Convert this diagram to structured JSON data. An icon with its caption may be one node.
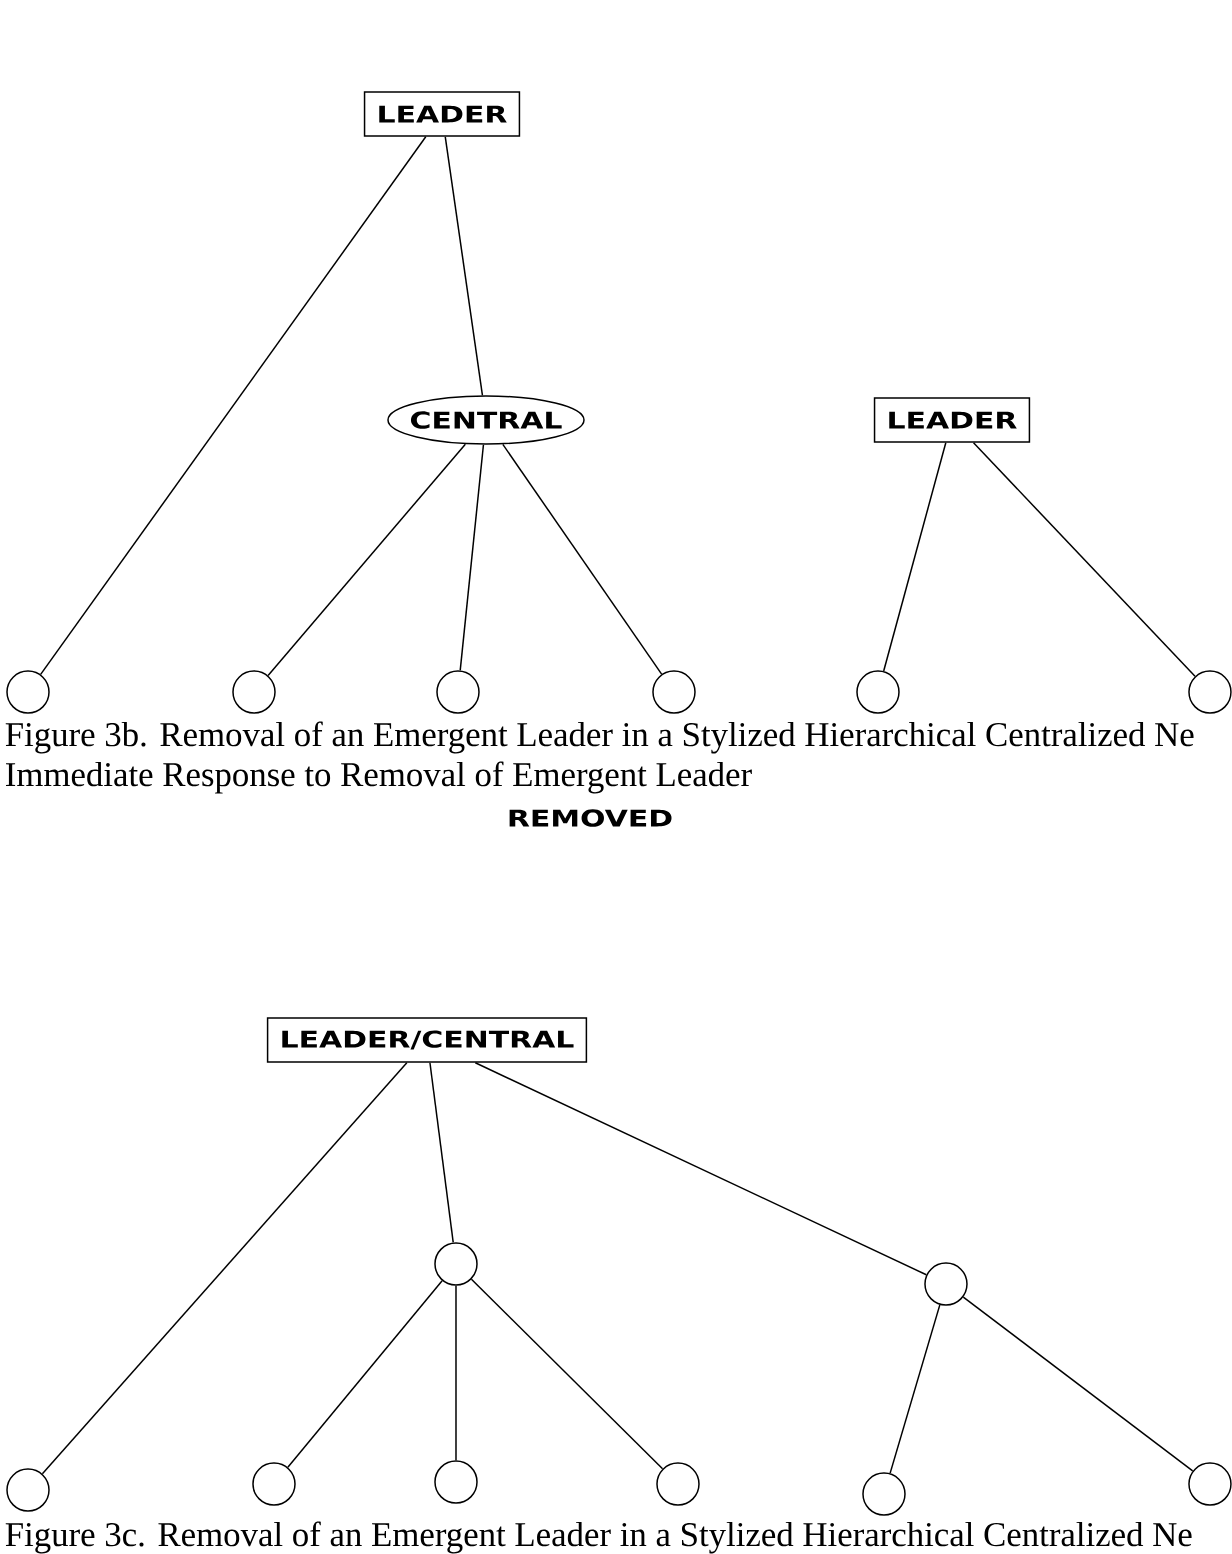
{
  "diagram": {
    "nodes": [
      {
        "text": [
          "LEADER"
        ]
      },
      {
        "text": [
          "CENTRAL"
        ]
      },
      {
        "text": [
          "LEADER"
        ]
      },
      {
        "text": [],
        "shape": "circle"
      },
      {
        "text": [],
        "shape": "circle"
      },
      {
        "text": [],
        "shape": "circle"
      },
      {
        "text": [],
        "shape": "circle"
      },
      {
        "text": [],
        "shape": "circle"
      },
      {
        "text": [],
        "shape": "circle"
      },
      {
        "text": [
          "LEADER/CENTRAL"
        ]
      },
      {
        "text": [],
        "shape": "circle"
      },
      {
        "text": [],
        "shape": "circle"
      },
      {
        "text": [],
        "shape": "circle"
      },
      {
        "text": [],
        "shape": "circle"
      },
      {
        "text": [],
        "shape": "circle"
      },
      {
        "text": [],
        "shape": "circle"
      },
      {
        "text": [],
        "shape": "circle"
      },
      {
        "text": [],
        "shape": "circle"
      }
    ],
    "edges": [
      {
        "from": 0,
        "to": 3,
        "arrow": "none"
      },
      {
        "from": 0,
        "to": 1,
        "arrow": "none"
      },
      {
        "from": 1,
        "to": 4,
        "arrow": "none"
      },
      {
        "from": 1,
        "to": 5,
        "arrow": "none"
      },
      {
        "from": 1,
        "to": 6,
        "arrow": "none"
      },
      {
        "from": 2,
        "to": 7,
        "arrow": "none"
      },
      {
        "from": 2,
        "to": 8,
        "arrow": "none"
      },
      {
        "from": 9,
        "to": 12,
        "arrow": "none"
      },
      {
        "from": 9,
        "to": 10,
        "arrow": "none"
      },
      {
        "from": 9,
        "to": 11,
        "arrow": "none"
      },
      {
        "from": 10,
        "to": 13,
        "arrow": "none"
      },
      {
        "from": 10,
        "to": 14,
        "arrow": "none"
      },
      {
        "from": 10,
        "to": 15,
        "arrow": "none"
      },
      {
        "from": 11,
        "to": 16,
        "arrow": "none"
      },
      {
        "from": 11,
        "to": 17,
        "arrow": "none"
      }
    ],
    "labels": [
      "Figure 3b. Removal of an Emergent Leader in a Stylized Hierarchical Centralized Ne",
      "Immediate Response to Removal of Emergent Leader",
      "REMOVED",
      "Figure 3c. Removal of an Emergent Leader in a Stylized Hierarchical Centralized Ne"
    ]
  }
}
